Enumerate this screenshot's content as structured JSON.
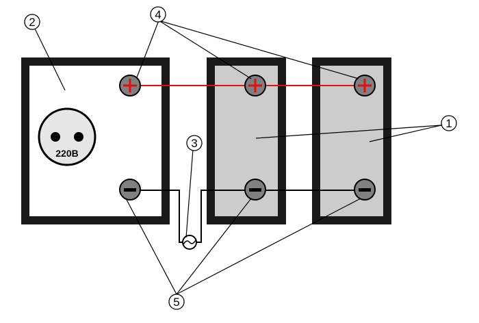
{
  "socket_label": "220В",
  "callouts": {
    "one": "1",
    "two": "2",
    "three": "3",
    "four": "4",
    "five": "5"
  },
  "terminal_symbols": {
    "positive": "+",
    "negative": "−"
  },
  "colors": {
    "frame": "#1a1a1a",
    "battery_fill": "#cccccc",
    "inverter_fill": "#ffffff",
    "positive_wire": "#e01010",
    "negative_wire": "#000000",
    "terminal_fill": "#808080",
    "socket_fill": "#e6e6e6"
  },
  "icons": [
    "socket-icon",
    "fuse-icon",
    "positive-terminal-icon",
    "negative-terminal-icon"
  ]
}
